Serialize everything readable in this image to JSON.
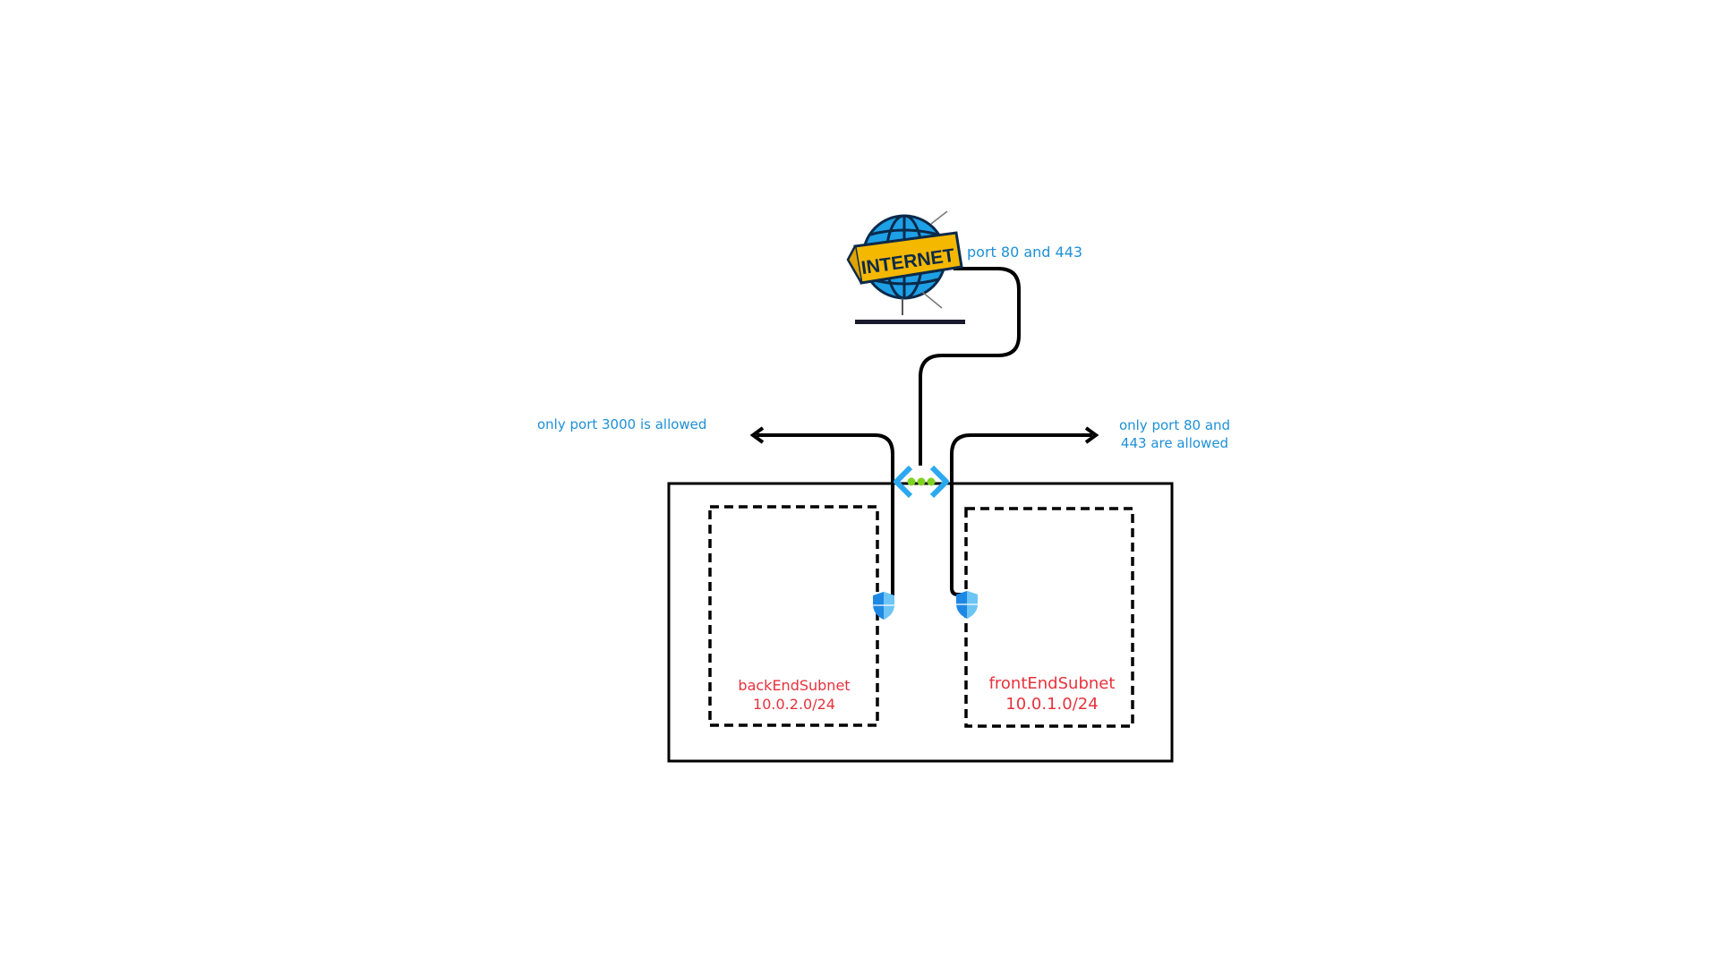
{
  "internet": {
    "banner_text": "INTERNET"
  },
  "labels": {
    "internet_ports": "port 80 and 443",
    "backend_rule": "only port 3000 is allowed",
    "frontend_rule_line1": "only port 80 and",
    "frontend_rule_line2": "443 are allowed"
  },
  "subnets": {
    "backend": {
      "name": "backEndSubnet",
      "cidr": "10.0.2.0/24"
    },
    "frontend": {
      "name": "frontEndSubnet",
      "cidr": "10.0.1.0/24"
    }
  },
  "colors": {
    "annotation": "#1e90d6",
    "subnet_label": "#e8323c",
    "globe": "#1ea0e6",
    "banner": "#f5b800",
    "shield": "#1e88e5",
    "vnet_bracket": "#2ba8f0",
    "vnet_dots": "#7ed321"
  },
  "icons": {
    "internet": "globe-internet-icon",
    "vnet": "virtual-network-icon",
    "nsg": "network-security-group-shield-icon"
  }
}
